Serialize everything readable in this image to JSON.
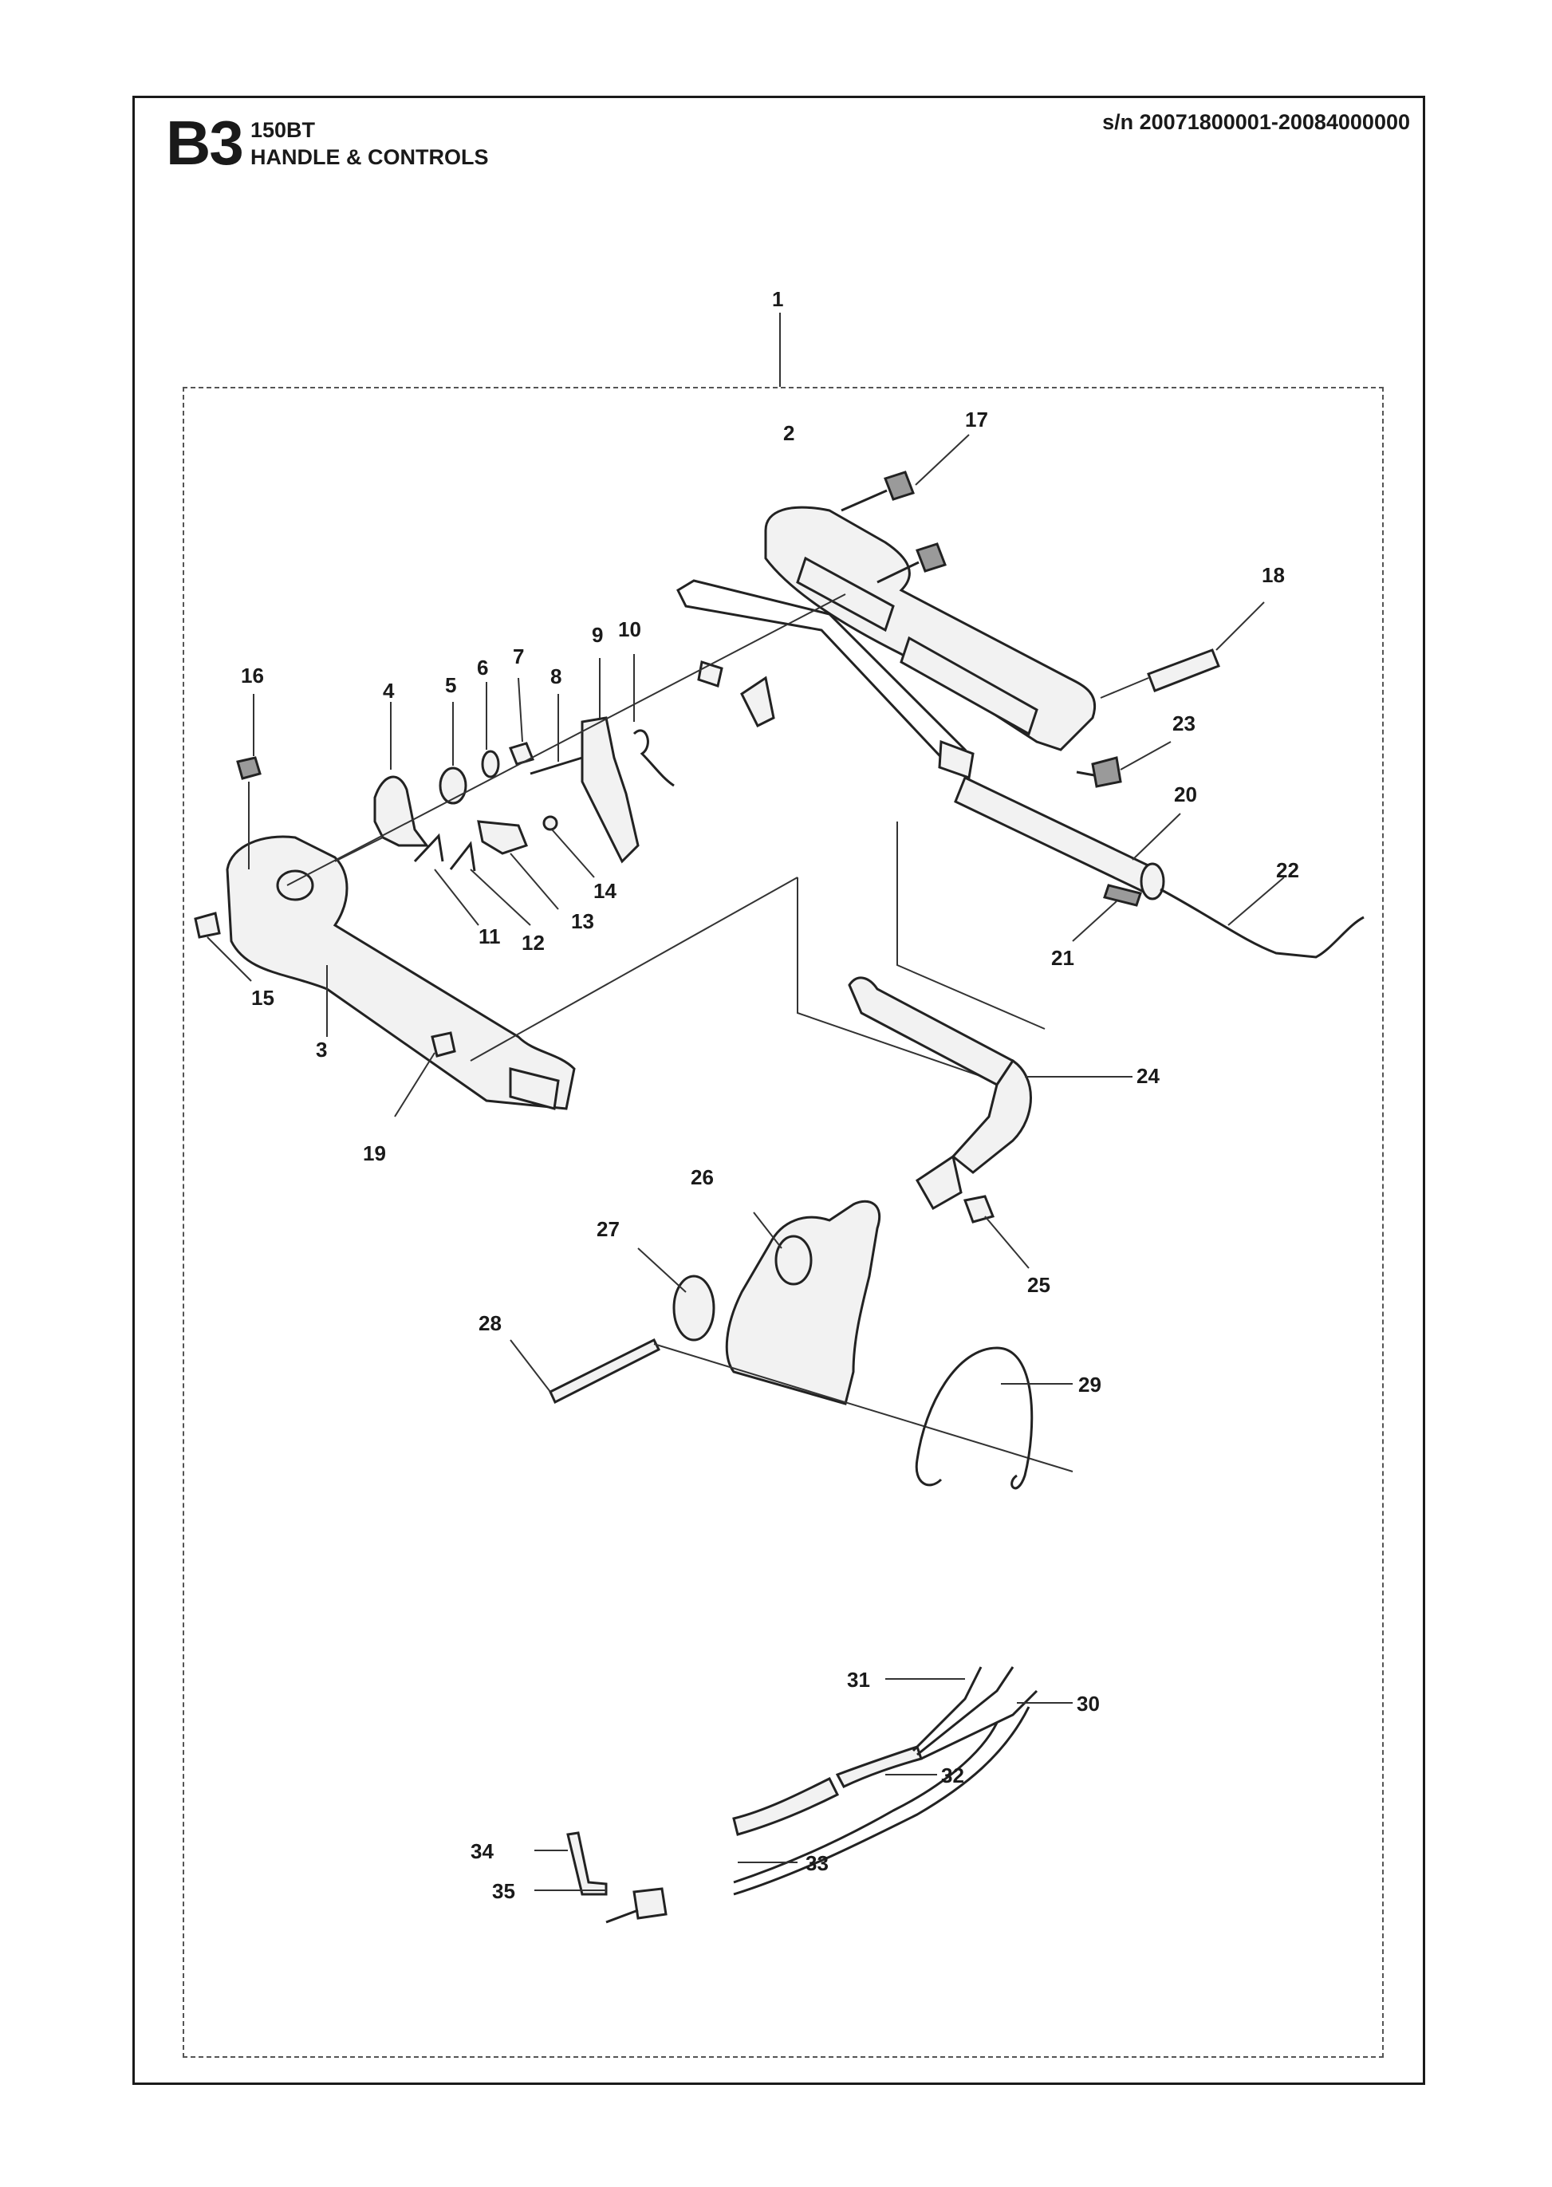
{
  "header": {
    "sheet_code": "B3",
    "model": "150BT",
    "section_title": "HANDLE & CONTROLS",
    "serial_range": "s/n 20071800001-20084000000"
  },
  "callouts": [
    {
      "id": "c1",
      "label": "1"
    },
    {
      "id": "c2",
      "label": "2"
    },
    {
      "id": "c3",
      "label": "3"
    },
    {
      "id": "c4",
      "label": "4"
    },
    {
      "id": "c5",
      "label": "5"
    },
    {
      "id": "c6",
      "label": "6"
    },
    {
      "id": "c7",
      "label": "7"
    },
    {
      "id": "c8",
      "label": "8"
    },
    {
      "id": "c9",
      "label": "9"
    },
    {
      "id": "c10",
      "label": "10"
    },
    {
      "id": "c11",
      "label": "11"
    },
    {
      "id": "c12",
      "label": "12"
    },
    {
      "id": "c13",
      "label": "13"
    },
    {
      "id": "c14",
      "label": "14"
    },
    {
      "id": "c15",
      "label": "15"
    },
    {
      "id": "c16",
      "label": "16"
    },
    {
      "id": "c17",
      "label": "17"
    },
    {
      "id": "c18",
      "label": "18"
    },
    {
      "id": "c19",
      "label": "19"
    },
    {
      "id": "c20",
      "label": "20"
    },
    {
      "id": "c21",
      "label": "21"
    },
    {
      "id": "c22",
      "label": "22"
    },
    {
      "id": "c23",
      "label": "23"
    },
    {
      "id": "c24",
      "label": "24"
    },
    {
      "id": "c25",
      "label": "25"
    },
    {
      "id": "c26",
      "label": "26"
    },
    {
      "id": "c27",
      "label": "27"
    },
    {
      "id": "c28",
      "label": "28"
    },
    {
      "id": "c29",
      "label": "29"
    },
    {
      "id": "c30",
      "label": "30"
    },
    {
      "id": "c31",
      "label": "31"
    },
    {
      "id": "c32",
      "label": "32"
    },
    {
      "id": "c33",
      "label": "33"
    },
    {
      "id": "c34",
      "label": "34"
    },
    {
      "id": "c35",
      "label": "35"
    }
  ]
}
